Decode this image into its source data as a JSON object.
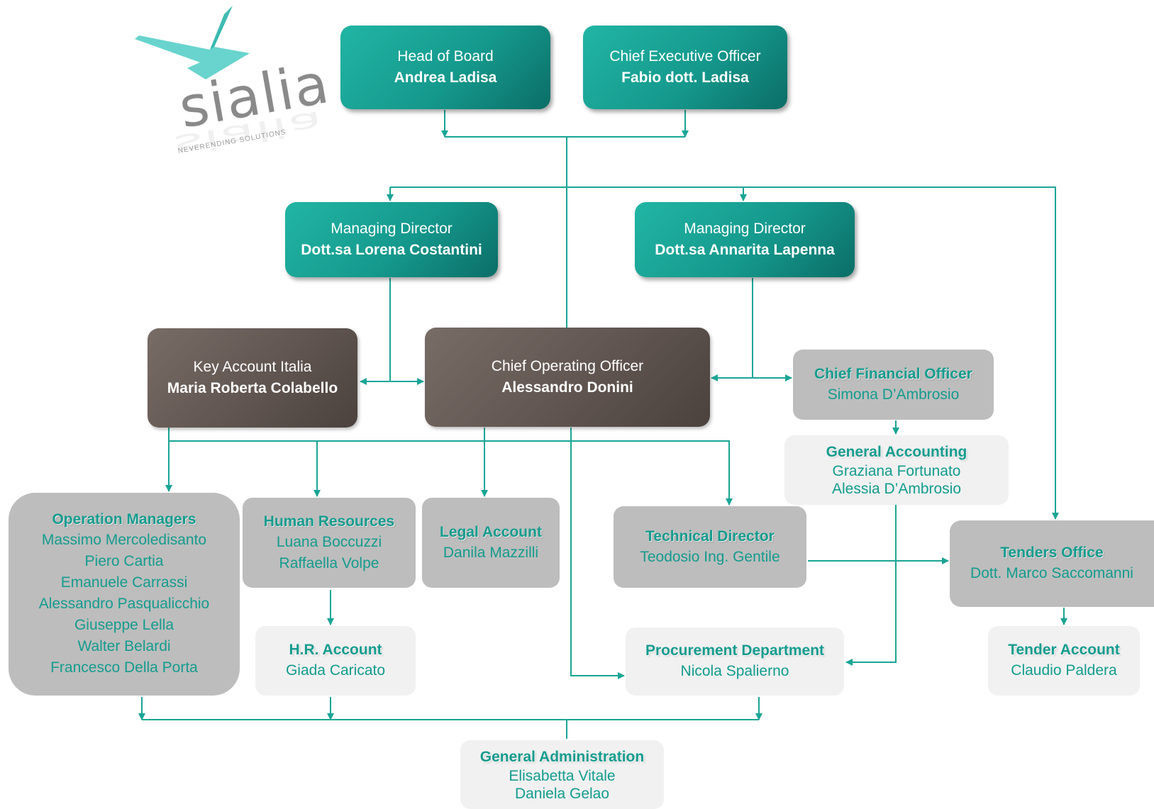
{
  "logo": {
    "wordmark": "sialia",
    "tagline": "NEVERENDING SOLUTIONS"
  },
  "nodes": {
    "head_of_board": {
      "role": "Head of Board",
      "name": "Andrea Ladisa"
    },
    "ceo": {
      "role": "Chief Executive Officer",
      "name": "Fabio dott. Ladisa"
    },
    "md_left": {
      "role": "Managing Director",
      "name": "Dott.sa Lorena Costantini"
    },
    "md_right": {
      "role": "Managing Director",
      "name": "Dott.sa Annarita Lapenna"
    },
    "key_account": {
      "role": "Key Account Italia",
      "name": "Maria Roberta Colabello"
    },
    "coo": {
      "role": "Chief Operating Officer",
      "name": "Alessandro Donini"
    },
    "cfo": {
      "title": "Chief Financial Officer",
      "members": [
        "Simona D’Ambrosio"
      ]
    },
    "general_accounting": {
      "title": "General Accounting",
      "members": [
        "Graziana Fortunato",
        "Alessia D’Ambrosio"
      ]
    },
    "operation_managers": {
      "title": "Operation Managers",
      "members": [
        "Massimo Mercoledisanto",
        "Piero Cartia",
        "Emanuele Carrassi",
        "Alessandro Pasqualicchio",
        "Giuseppe Lella",
        "Walter Belardi",
        "Francesco Della Porta"
      ]
    },
    "human_resources": {
      "title": "Human Resources",
      "members": [
        "Luana Boccuzzi",
        "Raffaella Volpe"
      ]
    },
    "legal_account": {
      "title": "Legal Account",
      "members": [
        "Danila Mazzilli"
      ]
    },
    "technical_director": {
      "title": "Technical Director",
      "members": [
        "Teodosio Ing. Gentile"
      ]
    },
    "tenders_office": {
      "title": "Tenders Office",
      "members": [
        "Dott. Marco Saccomanni"
      ]
    },
    "hr_account": {
      "title": "H.R. Account",
      "members": [
        "Giada Caricato"
      ]
    },
    "procurement": {
      "title": "Procurement Department",
      "members": [
        "Nicola Spalierno"
      ]
    },
    "tender_account": {
      "title": "Tender Account",
      "members": [
        "Claudio Paldera"
      ]
    },
    "general_administration": {
      "title": "General Administration",
      "members": [
        "Elisabetta Vitale",
        "Daniela Gelao"
      ]
    }
  },
  "colors": {
    "teal": "#16a394",
    "connector": "#1aa596",
    "brown": "#5e534e",
    "grey_box": "#bdbdbd",
    "light_box": "#f1f1f1",
    "accent_text": "#149c8e"
  }
}
